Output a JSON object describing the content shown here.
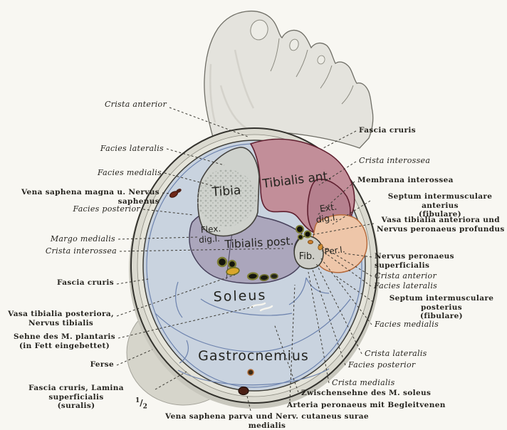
{
  "figure": {
    "labels_left": [
      "Crista anterior",
      "Facies lateralis",
      "Facies medialis",
      "Vena saphena magna u. Nervus saphenus",
      "Facies posterior",
      "Margo medialis",
      "Crista interossea",
      "Fascia cruris",
      "Vasa tibialia posteriora,\nNervus tibialis",
      "Sehne des M. plantaris\n(in Fett eingebettet)",
      "Ferse",
      "Fascia cruris, Lamina superficialis\n(suralis)"
    ],
    "labels_right": [
      "Fascia cruris",
      "Crista interossea",
      "Membrana interossea",
      "Septum intermusculare anterius\n(fibulare)",
      "Vasa tibialia anteriora und\nNervus peronaeus profundus",
      "Nervus peronaeus superficialis",
      "Crista anterior",
      "Facies lateralis",
      "Septum intermusculare posterius\n(fibulare)",
      "Facies medialis",
      "Crista lateralis",
      "Facies posterior",
      "Crista medialis",
      "Zwischensehne des M. soleus",
      "Arteria peronaeus mit Begleitvenen"
    ],
    "label_bottom": "Vena saphena parva und Nerv. cutaneus surae medialis",
    "scale": {
      "numerator": "1",
      "denominator": "2"
    },
    "regions": {
      "tibia": "Tibia",
      "tibialis_ant": "Tibialis ant.",
      "ext_line1": "Ext.",
      "ext_line2": "dig.l.",
      "flex_line1": "Flex.",
      "flex_line2": "dig.l.",
      "tibialis_post": "Tibialis post.",
      "fib": "Fib.",
      "per": "Per.l.",
      "soleus": "Soleus",
      "gastrocnemius": "Gastrocnemius"
    }
  },
  "colors": {
    "paper": "#f8f7f2",
    "foot": "#e4e3dd",
    "skin_ring": "#dbdad0",
    "fat_ring": "#e5e4da",
    "triceps_blue": "#c9d3df",
    "bone": "#cfd2cd",
    "bone_fib": "#cdcdc7",
    "tibialis_ant": "#c28e99",
    "ext_dig": "#b5808e",
    "deep_purple": "#aba6bc",
    "peroneus": "#eec6a9",
    "vessel_yellow": "#d9a62c",
    "vessel_dark": "#15150d",
    "vein_red": "#6e2718",
    "ink": "#26241f"
  }
}
